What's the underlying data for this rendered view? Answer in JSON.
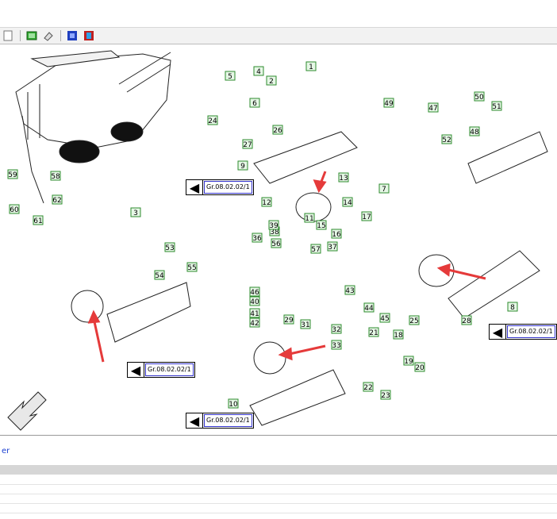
{
  "toolbar": {
    "icons": [
      "page-icon",
      "book-icon",
      "select-icon",
      "eraser-icon",
      "export-icon"
    ]
  },
  "diagram": {
    "callouts": [
      "1",
      "2",
      "3",
      "4",
      "5",
      "6",
      "7",
      "8",
      "9",
      "10",
      "11",
      "12",
      "13",
      "14",
      "15",
      "16",
      "17",
      "18",
      "19",
      "20",
      "21",
      "22",
      "23",
      "24",
      "25",
      "26",
      "27",
      "28",
      "29",
      "31",
      "32",
      "33",
      "36",
      "37",
      "38",
      "39",
      "40",
      "41",
      "42",
      "43",
      "44",
      "45",
      "46",
      "47",
      "48",
      "49",
      "50",
      "51",
      "52",
      "53",
      "54",
      "55",
      "56",
      "57",
      "58",
      "59",
      "60",
      "61",
      "62"
    ],
    "group_refs": [
      "Gr.08.02.02/1",
      "Gr.08.02.02/1",
      "Gr.08.02.02/1",
      "Gr.08.02.02/1"
    ]
  },
  "status": {
    "text": "er"
  },
  "colors": {
    "callout_box": "#2e8b2e",
    "callout_fill": "#e6f7e6",
    "red_arrow": "#e53a3a",
    "link_blue": "#1a3fd1"
  }
}
